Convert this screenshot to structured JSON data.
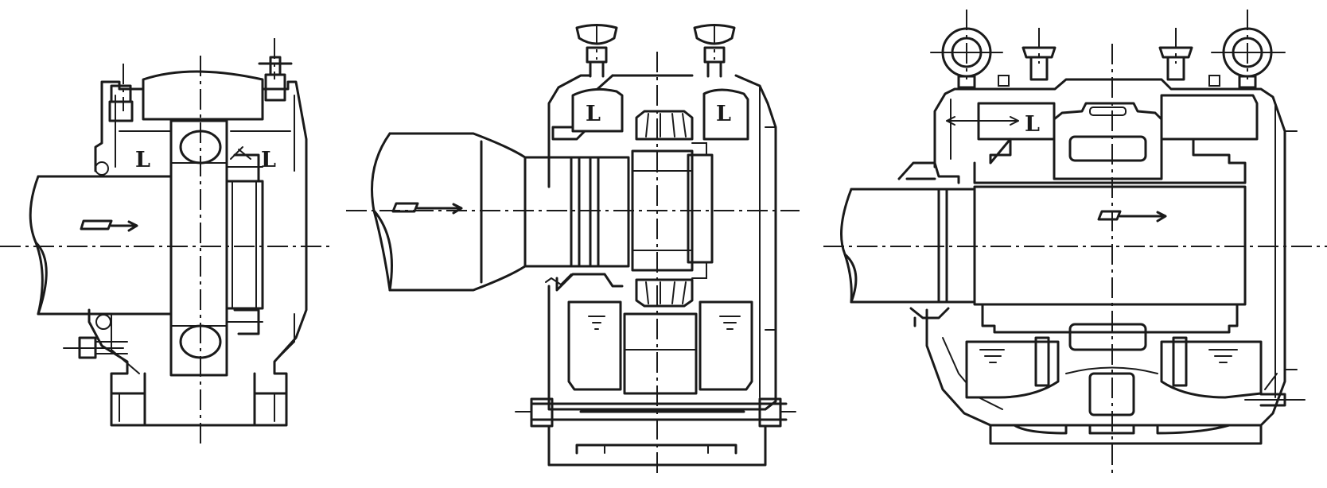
{
  "colors": {
    "ink": "#1a1a1a",
    "paper": "#ffffff"
  },
  "views": [
    {
      "name": "bearing-housing-ball-roller",
      "labels": [
        "L",
        "L"
      ]
    },
    {
      "name": "bearing-housing-tapered-roller",
      "labels": [
        "L",
        "L"
      ]
    },
    {
      "name": "bearing-housing-sleeve",
      "labels": [
        "L"
      ]
    }
  ]
}
